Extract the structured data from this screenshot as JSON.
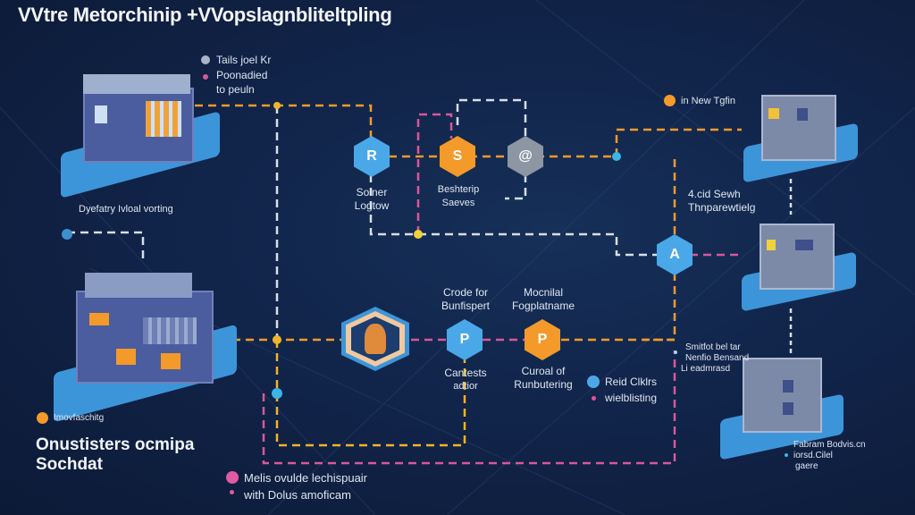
{
  "title": "VVtre Metorchinip +VVopslagnbliteltpling",
  "colors": {
    "background": "#11244a",
    "orange": "#f39a2b",
    "blue": "#4aa8e8",
    "gray": "#8d96a3",
    "pink": "#d9579a",
    "cyan": "#3bb6e6",
    "white_line": "#d8dee8"
  },
  "legend_top": {
    "item1": "Tails joel Kr",
    "item2_line1": "Poonadied",
    "item2_line2": "to peuln"
  },
  "legend_top_right": "in New Tgfin",
  "nodes": {
    "solver": {
      "icon": "R",
      "line1": "Solner",
      "line2": "Logtow"
    },
    "bootstrip": {
      "icon": "S",
      "line1": "Beshterip",
      "line2": "Saeves"
    },
    "gray_node": {
      "icon": "@"
    },
    "right_a": {
      "icon": "A"
    },
    "crode": {
      "icon": "P",
      "top1": "Crode for",
      "top2": "Bunfispert",
      "bot1": "Cantests",
      "bot2": "adtior"
    },
    "modial": {
      "icon": "P",
      "top1": "Mocnilal",
      "top2": "Fogplatname",
      "bot1": "Curoal of",
      "bot2": "Runbutering"
    }
  },
  "labels": {
    "dyefatry": "Dyefatry Ivloal vorting",
    "grid_search_1": "4.cid Sewh",
    "grid_search_2": "Thnparewtielg",
    "right_mid_1": "Smitfot bel tar",
    "right_mid_2": "Nenfio Bensand",
    "right_mid_3": "Li eadmrasd",
    "reid_1": "Reid Clklrs",
    "reid_2": "wielblisting",
    "bottom_right_1": "Fabram Bodvis.cn",
    "bottom_right_2": "iorsd.Cilel",
    "bottom_right_3": "gaere",
    "bottom_left_small": "Imovfaschitg",
    "bottom_left_big_1": "Onustisters ocmipa",
    "bottom_left_big_2": "Sochdat",
    "bottom_center_1": "Melis ovulde lechispuair",
    "bottom_center_2": "with Dolus amoficam"
  }
}
